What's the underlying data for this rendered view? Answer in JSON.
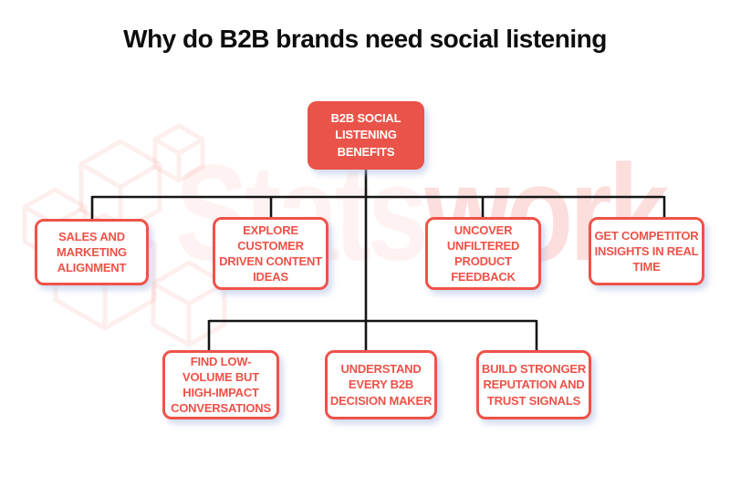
{
  "title": "Why do B2B brands need social listening",
  "watermark": {
    "light_text": "Stats",
    "accent_text": "work"
  },
  "colors": {
    "root_fill": "#ea5349",
    "root_text": "#ffffff",
    "node_border": "#ef5348",
    "node_text": "#ee5248",
    "connector": "#151515",
    "title_text": "#0d0d0d",
    "watermark_pink": "#f9c6c1"
  },
  "root_node": {
    "label": "B2B SOCIAL\nLISTENING\nBENEFITS"
  },
  "level1_nodes": [
    {
      "label": "SALES AND\nMARKETING\nALIGNMENT"
    },
    {
      "label": "EXPLORE\nCUSTOMER\nDRIVEN CONTENT\nIDEAS"
    },
    {
      "label": "UNCOVER\nUNFILTERED\nPRODUCT\nFEEDBACK"
    },
    {
      "label": "GET COMPETITOR\nINSIGHTS IN REAL\nTIME"
    }
  ],
  "level2_nodes": [
    {
      "label": "FIND LOW-\nVOLUME BUT\nHIGH-IMPACT\nCONVERSATIONS"
    },
    {
      "label": "UNDERSTAND\nEVERY B2B\nDECISION MAKER"
    },
    {
      "label": "BUILD STRONGER\nREPUTATION AND\nTRUST SIGNALS"
    }
  ]
}
